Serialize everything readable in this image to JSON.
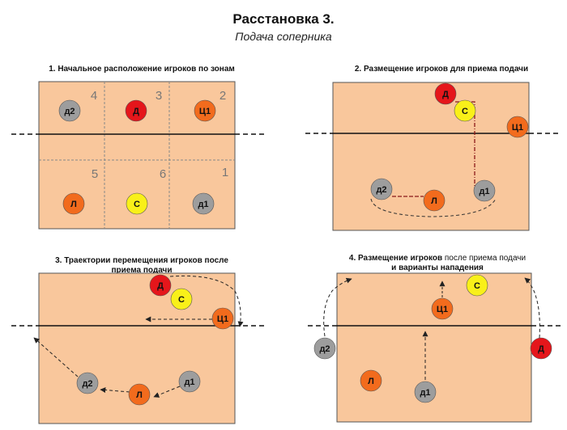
{
  "title": "Расстановка 3.",
  "subtitle": "Подача соперника",
  "colors": {
    "court": "#f9c79c",
    "red": "#e5161b",
    "orange": "#f26b1d",
    "yellow": "#f9f019",
    "gray": "#9d9d9d"
  },
  "panels": [
    {
      "caption": "1. Начальное расположение игроков по зонам",
      "zones": [
        "4",
        "3",
        "2",
        "5",
        "6",
        "1"
      ],
      "players": [
        "д2",
        "Д",
        "Ц1",
        "Л",
        "С",
        "д1"
      ]
    },
    {
      "caption": "2. Размещение игроков для приема подачи",
      "players": [
        "Д",
        "С",
        "Ц1",
        "д2",
        "Л",
        "д1"
      ]
    },
    {
      "caption_line1": "3. Траектории перемещения игроков после",
      "caption_line2": "приема подачи",
      "players": [
        "Д",
        "С",
        "Ц1",
        "д2",
        "Л",
        "д1"
      ]
    },
    {
      "caption_line1_bold": "4. Размещение игроков",
      "caption_line1_rest": " после приема подачи",
      "caption_line2": "и варианты нападения",
      "players": [
        "С",
        "Ц1",
        "д2",
        "Д",
        "Л",
        "д1"
      ]
    }
  ]
}
